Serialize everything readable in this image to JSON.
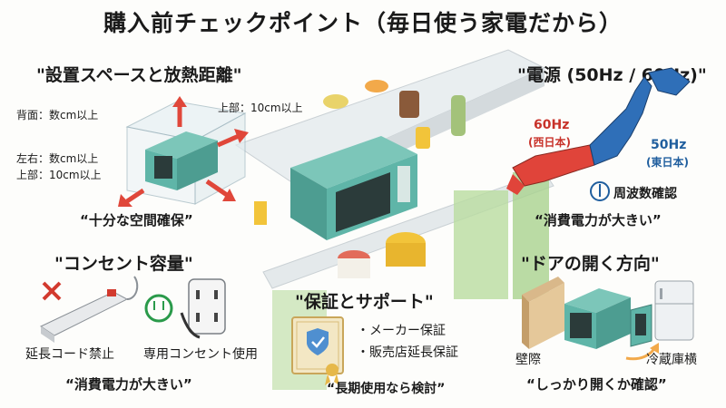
{
  "title": "購入前チェックポイント（毎日使う家電だから）",
  "space": {
    "heading": "\"設置スペースと放熱距離\"",
    "back": "背面：数cm以上",
    "top_right": "上部：10cm以上",
    "sides": "左右：数cm以上",
    "top": "上部：10cm以上",
    "caption": "“十分な空間確保”"
  },
  "power": {
    "heading": "\"電源 (50Hz / 60Hz)\"",
    "west_hz": "60Hz",
    "west_region": "(西日本)",
    "east_hz": "50Hz",
    "east_region": "(東日本)",
    "check_label": "周波数確認",
    "caption": "“消費電力が大きい”"
  },
  "outlet": {
    "heading": "\"コンセント容量\"",
    "banned": "延長コード禁止",
    "dedicated": "専用コンセント使用",
    "caption": "“消費電力が大きい”"
  },
  "warranty": {
    "heading": "\"保証とサポート\"",
    "items": [
      "・メーカー保証",
      "・販売店延長保証"
    ],
    "caption": "“長期使用なら検討”"
  },
  "door": {
    "heading": "\"ドアの開く方向\"",
    "wall": "壁際",
    "fridge": "冷蔵庫横",
    "caption": "“しっかり開くか確認”"
  },
  "colors": {
    "microwave": "#5fb5a8",
    "arrow": "#e0473a",
    "west": "#e0443a",
    "east": "#2f6fb8"
  }
}
